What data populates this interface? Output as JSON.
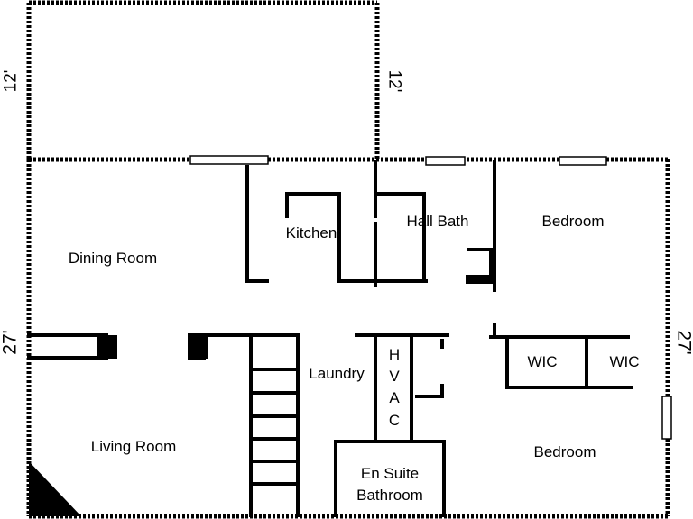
{
  "rooms": {
    "dining_room": "Dining Room",
    "kitchen": "Kitchen",
    "hall_bath": "Hall Bath",
    "bedroom_upper": "Bedroom",
    "laundry": "Laundry",
    "hvac": [
      "H",
      "V",
      "A",
      "C"
    ],
    "wic_left": "WIC",
    "wic_right": "WIC",
    "living_room": "Living Room",
    "bedroom_lower": "Bedroom",
    "en_suite_line1": "En Suite",
    "en_suite_line2": "Bathroom"
  },
  "dimensions": {
    "deck_left": "12'",
    "deck_right": "12'",
    "house_left": "27'",
    "house_right": "27'"
  }
}
